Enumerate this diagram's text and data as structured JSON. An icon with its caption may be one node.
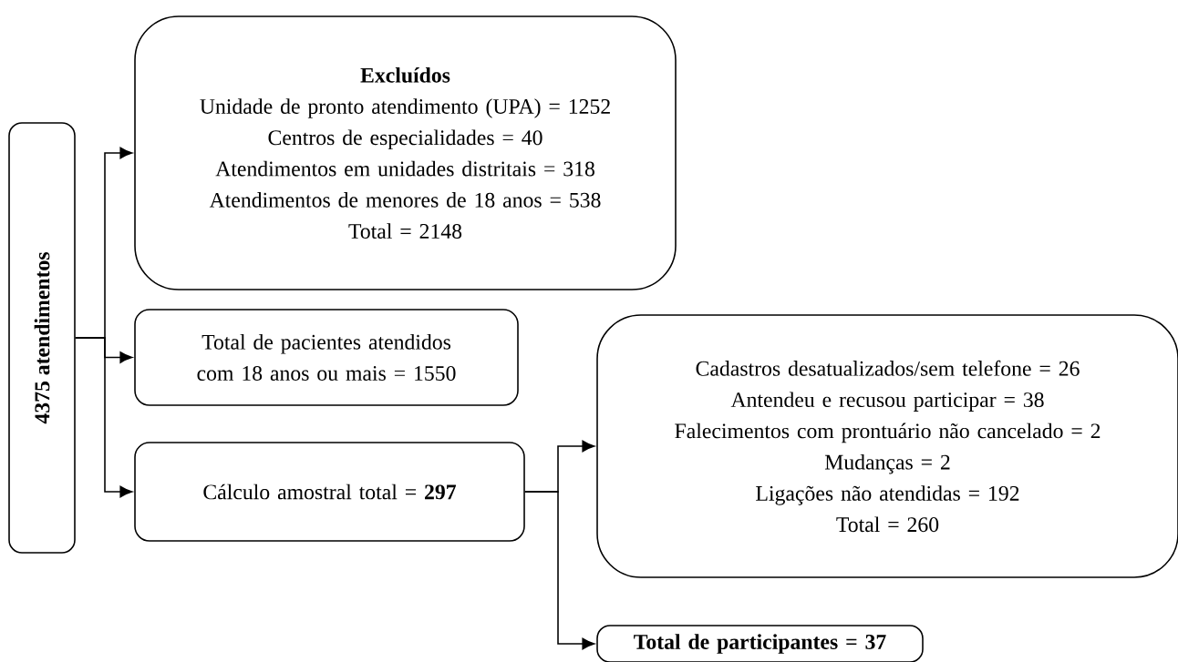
{
  "diagram": {
    "nodes": [
      {
        "text": [
          "4375 atendimentos"
        ]
      },
      {
        "text": [
          "Excluídos",
          "Unidade de pronto atendimento (UPA) = 1252",
          "Centros de especialidades = 40",
          "Atendimentos em unidades distritais = 318",
          "Atendimentos de menores de 18 anos = 538",
          "Total = 2148"
        ]
      },
      {
        "text": [
          "Total de pacientes atendidos com 18 anos ou mais = 1550"
        ]
      },
      {
        "text": [
          "Cálculo amostral total = **297**"
        ]
      },
      {
        "text": [
          "Cadastros desatualizados/sem telefone = 26",
          "Antendeu e recusou participar = 38",
          "Falecimentos com prontuário não cancelado = 2",
          "Mudanças = 2",
          "Ligações não atendidas = 192",
          "Total = 260"
        ]
      },
      {
        "text": [
          "Total de participantes = 37"
        ]
      }
    ],
    "edges": [
      {
        "from": 0,
        "to": 1,
        "arrow": "to"
      },
      {
        "from": 0,
        "to": 2,
        "arrow": "to"
      },
      {
        "from": 0,
        "to": 3,
        "arrow": "to"
      },
      {
        "from": 3,
        "to": 4,
        "arrow": "to"
      },
      {
        "from": 3,
        "to": 5,
        "arrow": "to"
      }
    ]
  }
}
